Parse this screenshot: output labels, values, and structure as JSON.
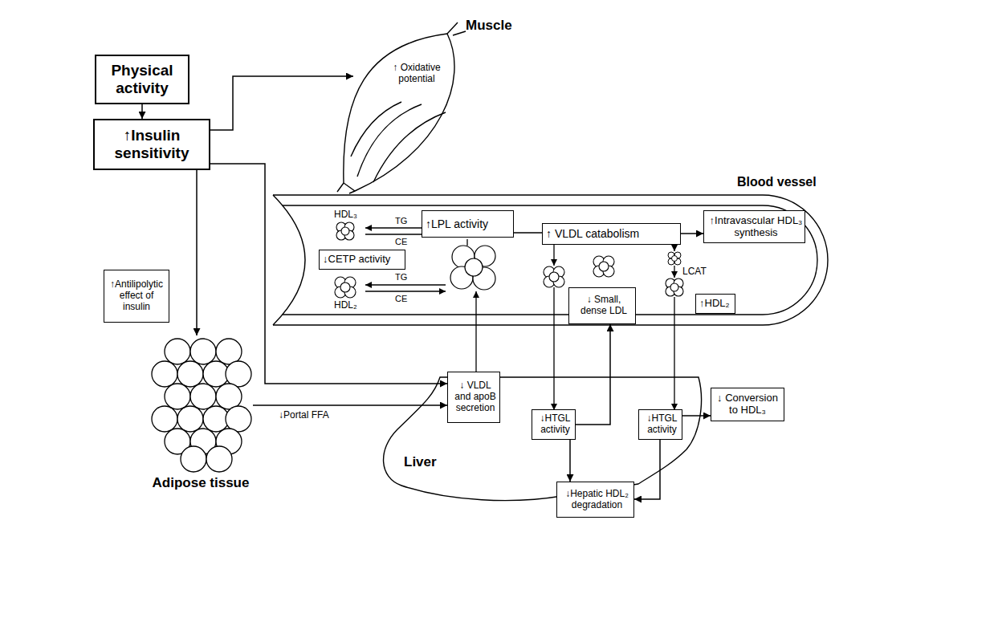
{
  "diagram": {
    "nodes": [
      {
        "text": [
          "Physical activity"
        ]
      },
      {
        "text": [
          "↑Insulin sensitivity"
        ]
      },
      {
        "text": [
          "↑Antilipolytic effect of insulin"
        ]
      },
      {
        "text": [
          "Muscle",
          "↑ Oxidative potential"
        ]
      },
      {
        "text": [
          "Blood vessel"
        ]
      },
      {
        "text": [
          "↑LPL activity"
        ],
        "in": 4
      },
      {
        "text": [
          "↓CETP activity"
        ],
        "in": 4
      },
      {
        "text": [
          "↑ VLDL catabolism"
        ],
        "in": 4
      },
      {
        "text": [
          "↑Intravascular HDL₃ synthesis"
        ],
        "in": 4
      },
      {
        "text": [
          "↓ Small, dense LDL"
        ],
        "in": 4
      },
      {
        "text": [
          "↑HDL₂"
        ],
        "in": 4
      },
      {
        "text": [
          "Adipose tissue"
        ]
      },
      {
        "text": [
          "Liver"
        ]
      },
      {
        "text": [
          "↓ VLDL and apoB secretion"
        ],
        "in": 12
      },
      {
        "text": [
          "↓HTGL activity"
        ],
        "in": 12
      },
      {
        "text": [
          "↓HTGL activity"
        ],
        "in": 12
      },
      {
        "text": [
          "↓Hepatic HDL₂ degradation"
        ],
        "in": 12
      },
      {
        "text": [
          "↓ Conversion to HDL₃"
        ]
      }
    ],
    "edges": [
      {
        "from": 0,
        "to": 1,
        "arrow": "to"
      },
      {
        "from": 1,
        "to": 3,
        "arrow": "to"
      },
      {
        "from": 1,
        "to": 13,
        "arrow": "to"
      },
      {
        "from": 1,
        "to": 11,
        "arrow": "to"
      },
      {
        "from": 11,
        "to": 13,
        "label": "↓Portal FFA",
        "arrow": "to"
      },
      {
        "from": 5,
        "to": 7,
        "arrow": "none"
      },
      {
        "from": 7,
        "to": 8,
        "arrow": "to"
      },
      {
        "from": 14,
        "to": 9,
        "arrow": "to"
      },
      {
        "from": 14,
        "to": 16,
        "arrow": "to"
      },
      {
        "from": 15,
        "to": 17,
        "arrow": "to"
      },
      {
        "from": 15,
        "to": 16,
        "arrow": "to"
      }
    ],
    "labels": [
      "HDL₃",
      "TG",
      "CE",
      "TG",
      "CE",
      "HDL₂",
      "LCAT"
    ]
  }
}
